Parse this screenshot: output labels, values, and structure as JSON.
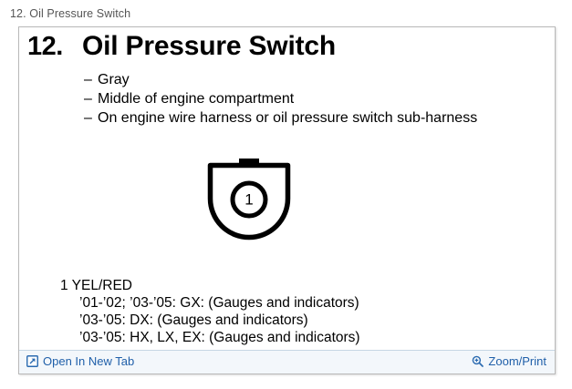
{
  "breadcrumb": {
    "text": "12. Oil Pressure Switch"
  },
  "heading": {
    "number": "12.",
    "title": "Oil Pressure Switch"
  },
  "bullets": [
    {
      "dash": "–",
      "text": "Gray"
    },
    {
      "dash": "–",
      "text": "Middle of engine compartment"
    },
    {
      "dash": "–",
      "text": "On engine wire harness or oil pressure switch sub-harness"
    }
  ],
  "connector": {
    "pin_label": "1"
  },
  "legend": {
    "pin": "1",
    "wire_color": "YEL/RED",
    "lines": [
      "’01-’02; ’03-’05: GX: (Gauges and indicators)",
      "’03-’05: DX: (Gauges and indicators)",
      "’03-’05: HX, LX, EX: (Gauges and indicators)"
    ]
  },
  "footer": {
    "open_label": "Open In New Tab",
    "open_icon": "open-in-new-window-icon",
    "zoom_label": "Zoom/Print",
    "zoom_icon": "magnifier-plus-icon",
    "link_color": "#1f5fa9",
    "background": "#f3f7fb"
  }
}
